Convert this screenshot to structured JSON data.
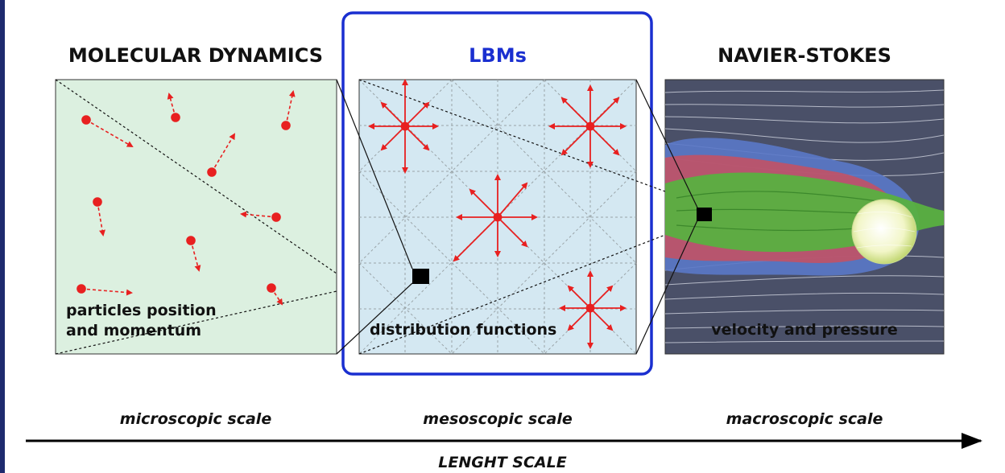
{
  "headings": {
    "molecular": "MOLECULAR DYNAMICS",
    "lbm": "LBMs",
    "navier": "NAVIER-STOKES"
  },
  "panel_labels": {
    "molecular_line1": "particles position",
    "molecular_line2": "and momentum",
    "lbm": "distribution functions",
    "navier": "velocity and pressure"
  },
  "scales": {
    "micro": "microscopic scale",
    "meso": "mesoscopic scale",
    "macro": "macroscopic scale"
  },
  "axis_label": "LENGHT SCALE",
  "colors": {
    "md_panel_bg": "#dcf0e0",
    "lbm_panel_bg": "#d4e8f2",
    "ns_panel_bg": "#4a5068",
    "highlight_frame": "#1a2fd0",
    "particles": "#e82020"
  }
}
